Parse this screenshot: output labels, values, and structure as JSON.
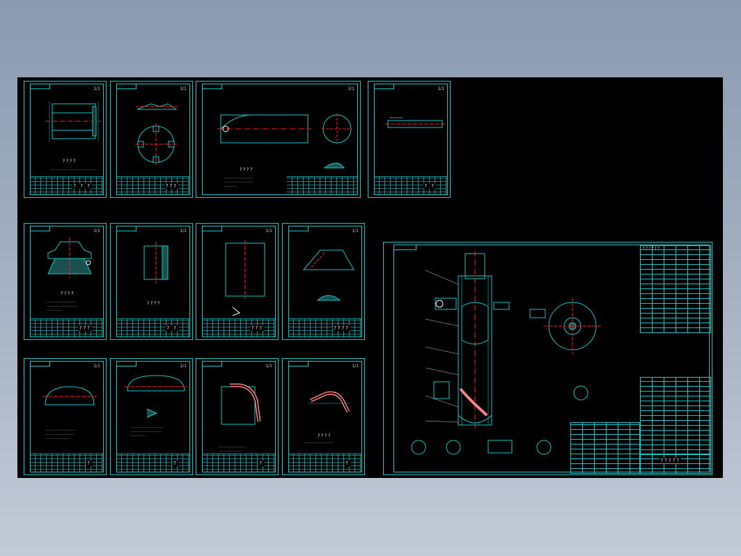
{
  "canvas": {
    "background": "#000000",
    "line_color": "#19c6c6",
    "red_line_color": "#ff2020",
    "text_color": "#ffffff",
    "green_text_color": "#33e833"
  },
  "sheets": [
    {
      "id": "s1",
      "title": "? ? ?",
      "mark": "1/1",
      "caption": "? ? ? ?"
    },
    {
      "id": "s2",
      "title": "???",
      "mark": "1/1",
      "caption": ""
    },
    {
      "id": "s3",
      "title": "",
      "mark": "1/1",
      "caption": "? ? ? ?"
    },
    {
      "id": "s4",
      "title": "? ?",
      "mark": "1/1",
      "caption": ""
    },
    {
      "id": "s5",
      "title": "???",
      "mark": "1/1",
      "caption": "? ? ? ?"
    },
    {
      "id": "s6",
      "title": "? ?",
      "mark": "1/1",
      "caption": "? ? ? ?"
    },
    {
      "id": "s7",
      "title": "???",
      "mark": "1/1",
      "caption": ""
    },
    {
      "id": "s8",
      "title": "????",
      "mark": "1/1",
      "caption": ""
    },
    {
      "id": "s9",
      "title": "?",
      "mark": "1/1",
      "caption": ""
    },
    {
      "id": "s10",
      "title": "?",
      "mark": "1/1",
      "caption": ""
    },
    {
      "id": "s11",
      "title": "?",
      "mark": "1/1",
      "caption": ""
    },
    {
      "id": "s12",
      "title": "?",
      "mark": "1/1",
      "caption": "? ? ? ?"
    },
    {
      "id": "main",
      "title": "?????",
      "mark": "",
      "caption": ""
    }
  ]
}
